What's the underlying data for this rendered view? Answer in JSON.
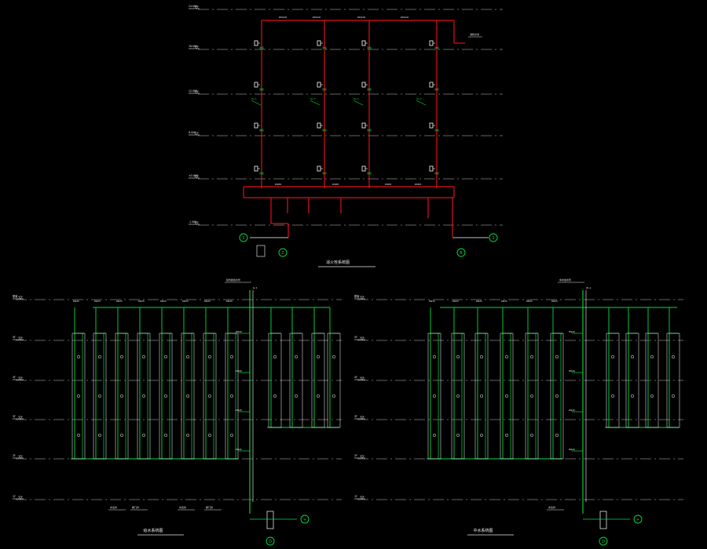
{
  "colors": {
    "background": "#000000",
    "level_line": "#c8c8c8",
    "red_pipe": "#e0101a",
    "green_pipe": "#00e040",
    "white_pipe": "#ffffff",
    "annotation": "#e8e8e8",
    "symbol": "#ffffff"
  },
  "top_diagram": {
    "title": "消火栓系统图",
    "levels": [
      "24.000",
      "18.000",
      "12.000",
      "6.000",
      "±0.000",
      "-1.500"
    ],
    "pipe_labels": [
      "DN100",
      "DN100",
      "DN100",
      "DN100",
      "DN65",
      "DN65",
      "DN65",
      "DN65"
    ],
    "markers": [
      "1",
      "2",
      "B",
      "1",
      "2"
    ],
    "riser_tags": [
      "XL-1",
      "XL-2",
      "XL-3",
      "XL-4"
    ],
    "legend_note": "消防水池"
  },
  "bottom_left": {
    "title": "给水系统图",
    "levels": [
      "屋面",
      "5F",
      "4F",
      "3F",
      "2F",
      "1F"
    ],
    "riser_tag": "JL-1",
    "riser_caption": "接市政给水管",
    "row_labels": [
      "DN25",
      "DN25",
      "DN25",
      "DN25",
      "DN25",
      "DN25",
      "DN25",
      "DN25",
      "DN25",
      "DN25",
      "DN25",
      "DN25"
    ],
    "floor_labels": [
      "DN20",
      "DN20",
      "DN20",
      "DN20"
    ],
    "bottom_notes": [
      "水表井",
      "阀门井",
      "水表井",
      "阀门井"
    ],
    "marker": "D"
  },
  "bottom_right": {
    "title": "中水系统图",
    "levels": [
      "屋面",
      "5F",
      "4F",
      "3F",
      "2F",
      "1F"
    ],
    "riser_tag": "ZL-1",
    "riser_caption": "中水给水管",
    "row_labels": [
      "DN25",
      "DN25",
      "DN25",
      "DN25",
      "DN25",
      "DN25",
      "DN25",
      "DN25",
      "DN25",
      "DN25"
    ],
    "floor_labels": [
      "DN20",
      "DN20",
      "DN20",
      "DN20"
    ],
    "bottom_notes": [
      "水表井"
    ],
    "marker": "D"
  }
}
